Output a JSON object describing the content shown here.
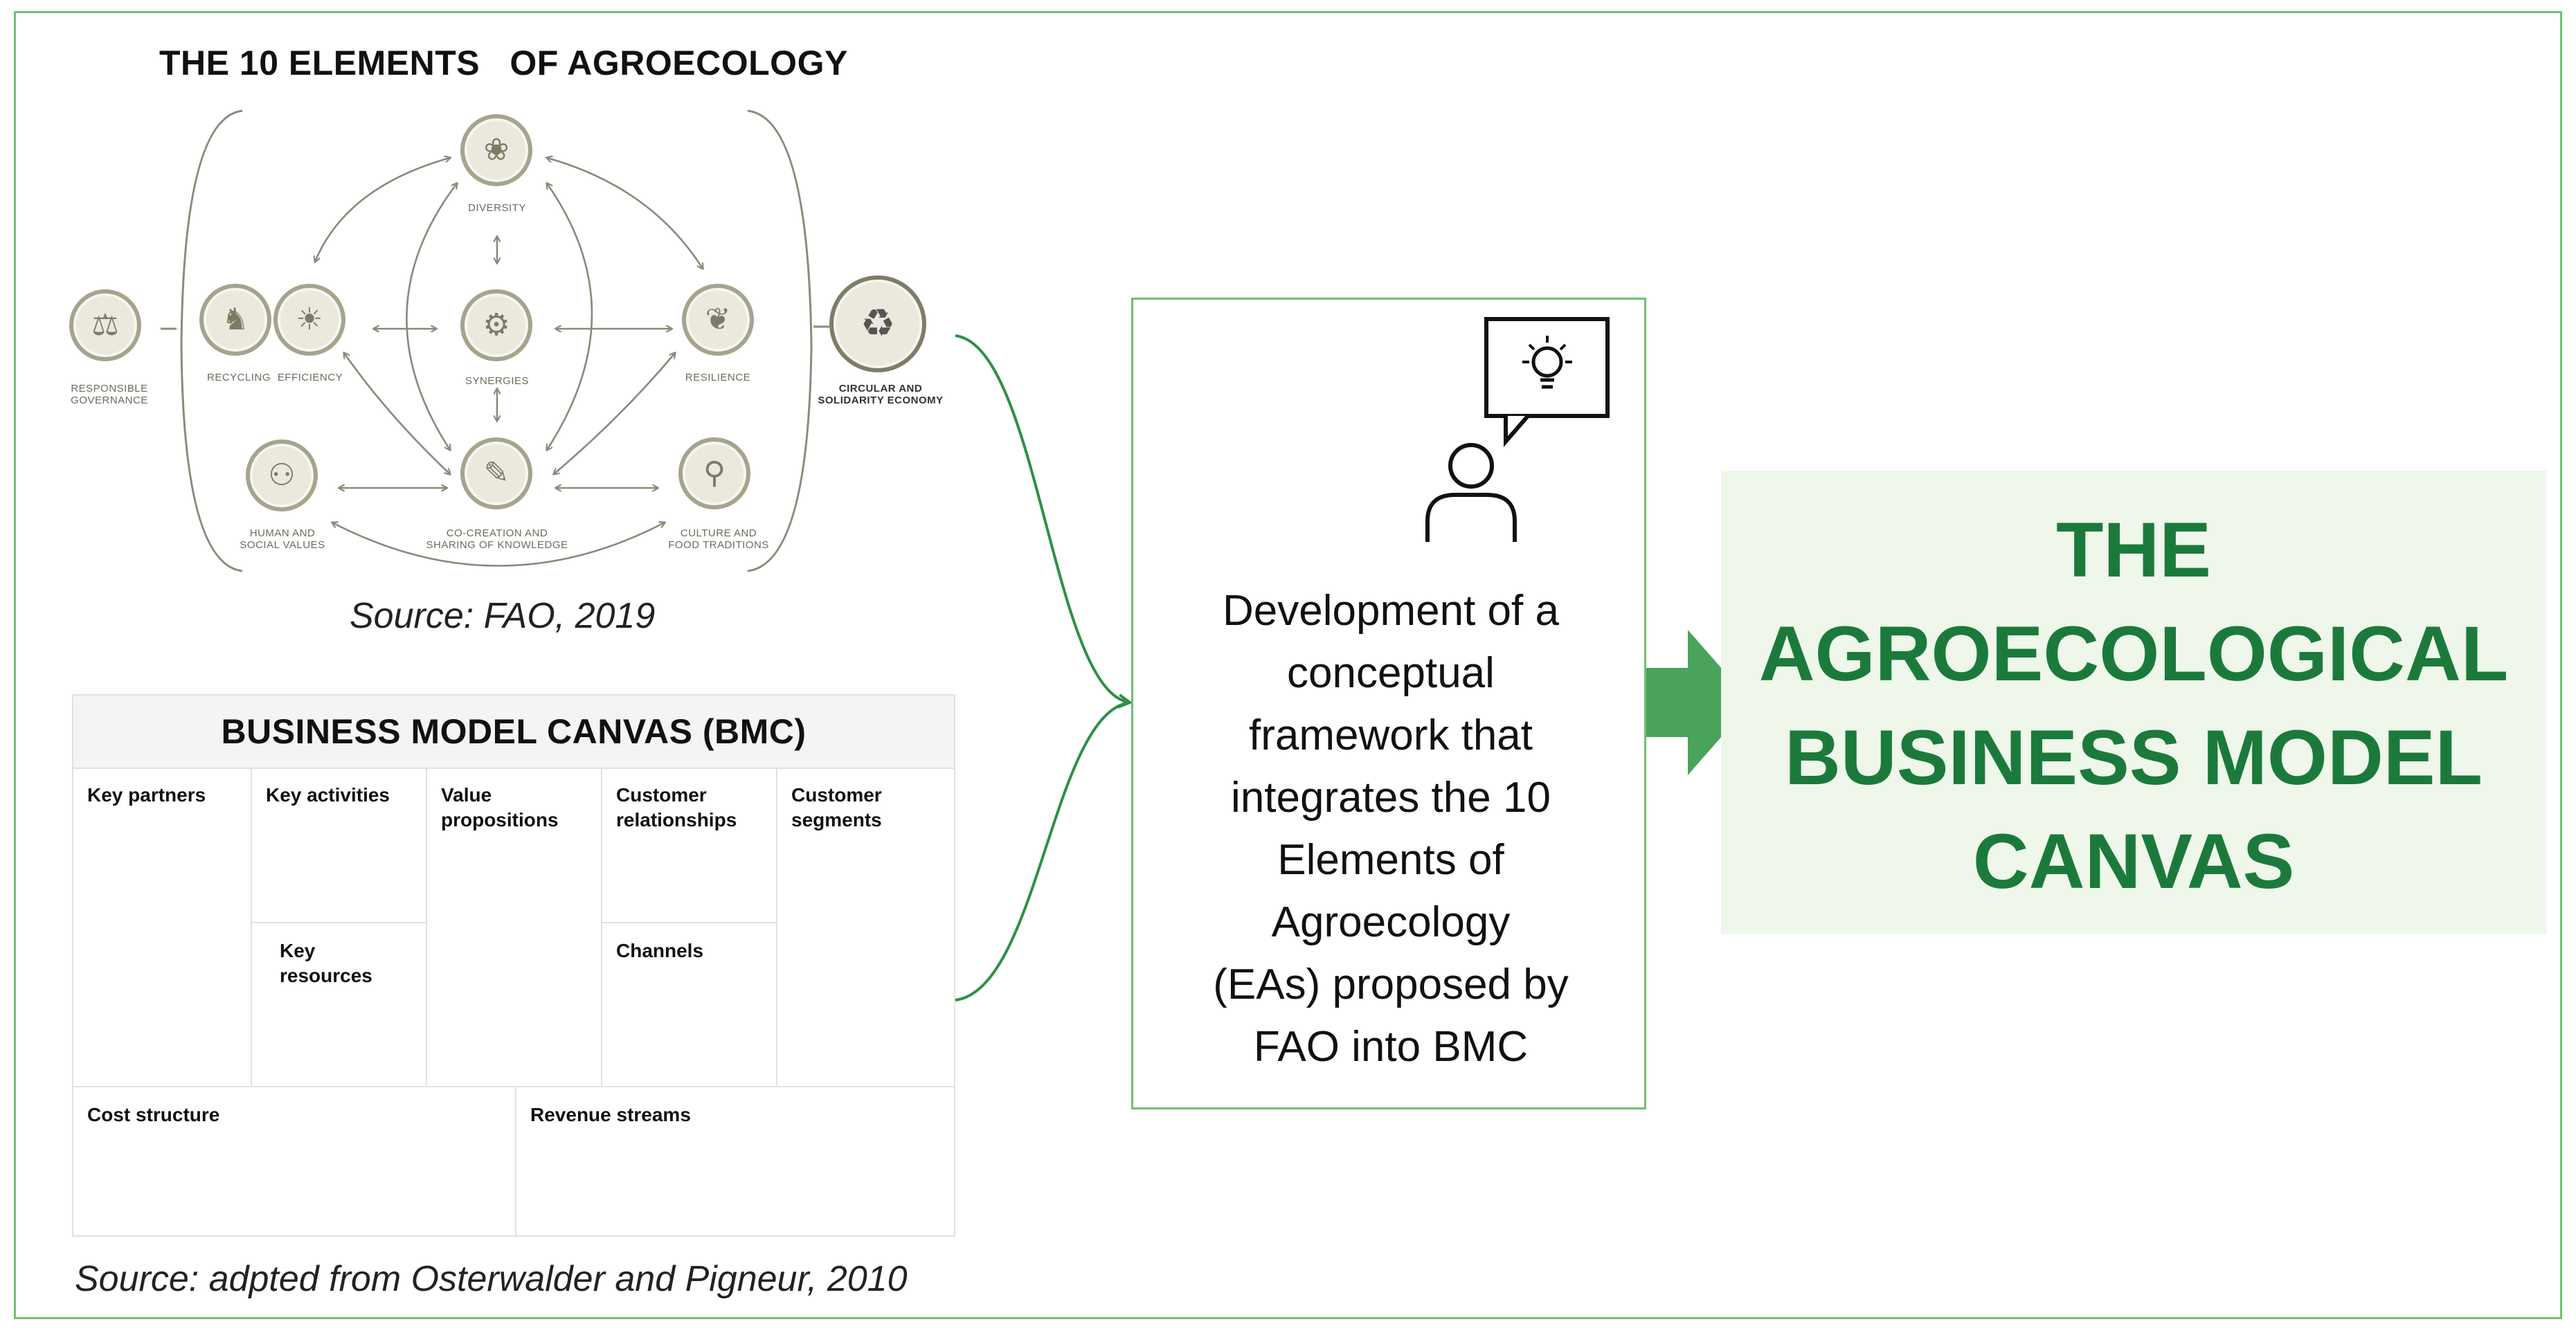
{
  "agroecology": {
    "title": "THE 10 ELEMENTS   OF AGROECOLOGY",
    "elements": {
      "diversity": "DIVERSITY",
      "synergies": "SYNERGIES",
      "recycling": "RECYCLING",
      "efficiency": "EFFICIENCY",
      "resilience": "RESILIENCE",
      "responsible_governance": "RESPONSIBLE\nGOVERNANCE",
      "circular_economy": "CIRCULAR AND\nSOLIDARITY ECONOMY",
      "human_social_values": "HUMAN AND\nSOCIAL VALUES",
      "co_creation": "CO-CREATION AND\nSHARING OF KNOWLEDGE",
      "culture_food": "CULTURE AND\nFOOD TRADITIONS"
    },
    "icons": {
      "diversity": "plant-diversity-icon",
      "synergies": "gears-icon",
      "recycling": "cow-icon",
      "efficiency": "sun-plant-icon",
      "resilience": "seedling-icon",
      "responsible_governance": "scales-icon",
      "circular_economy": "hand-apple-cycle-icon",
      "human_social_values": "people-icon",
      "co_creation": "book-map-icon",
      "culture_food": "cutlery-icon"
    },
    "source": "Source: FAO, 2019"
  },
  "bmc": {
    "title": "BUSINESS MODEL CANVAS (BMC)",
    "key_partners": "Key partners",
    "key_activities": "Key activities",
    "key_resources": "Key\nresources",
    "value_propositions": "Value\npropositions",
    "customer_relationships": "Customer\nrelationships",
    "channels": "Channels",
    "customer_segments": "Customer\nsegments",
    "cost_structure": "Cost structure",
    "revenue_streams": "Revenue streams",
    "source": "Source: adpted from Osterwalder and Pigneur, 2010"
  },
  "center": {
    "lines": [
      "Development of a",
      "conceptual",
      "framework that",
      "integrates the 10",
      "Elements of",
      "Agroecology",
      "(EAs) proposed by",
      "FAO into BMC"
    ],
    "icon": "person-idea-icon"
  },
  "result": {
    "lines": [
      "THE",
      "AGROECOLOGICAL",
      "BUSINESS MODEL",
      "CANVAS"
    ],
    "arrow_icon": "right-arrow-icon"
  },
  "colors": {
    "green_dark": "#1b7a3b",
    "green_mid": "#4aa35a",
    "green_border": "#6fbf73",
    "green_bg": "#eef7e9",
    "element_grey": "#a5a48e"
  }
}
